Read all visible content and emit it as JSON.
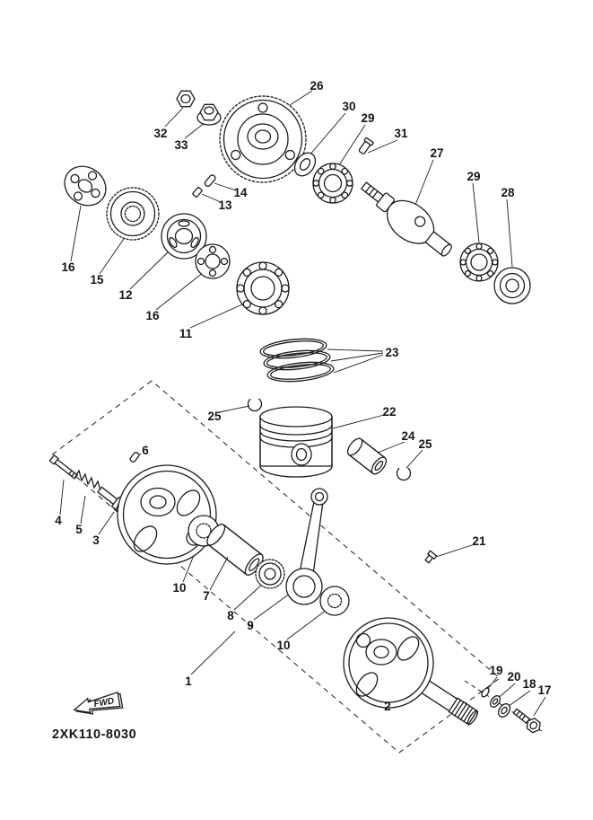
{
  "diagram": {
    "code": "2XK110-8030",
    "fwd_label": "FWD"
  },
  "callouts": [
    {
      "label": "26"
    },
    {
      "label": "32"
    },
    {
      "label": "33"
    },
    {
      "label": "30"
    },
    {
      "label": "29"
    },
    {
      "label": "31"
    },
    {
      "label": "27"
    },
    {
      "label": "29"
    },
    {
      "label": "28"
    },
    {
      "label": "16"
    },
    {
      "label": "15"
    },
    {
      "label": "14"
    },
    {
      "label": "13"
    },
    {
      "label": "12"
    },
    {
      "label": "16"
    },
    {
      "label": "11"
    },
    {
      "label": "23"
    },
    {
      "label": "25"
    },
    {
      "label": "22"
    },
    {
      "label": "24"
    },
    {
      "label": "25"
    },
    {
      "label": "6"
    },
    {
      "label": "4"
    },
    {
      "label": "5"
    },
    {
      "label": "3"
    },
    {
      "label": "10"
    },
    {
      "label": "7"
    },
    {
      "label": "8"
    },
    {
      "label": "9"
    },
    {
      "label": "10"
    },
    {
      "label": "21"
    },
    {
      "label": "1"
    },
    {
      "label": "2"
    },
    {
      "label": "19"
    },
    {
      "label": "20"
    },
    {
      "label": "18"
    },
    {
      "label": "17"
    }
  ]
}
